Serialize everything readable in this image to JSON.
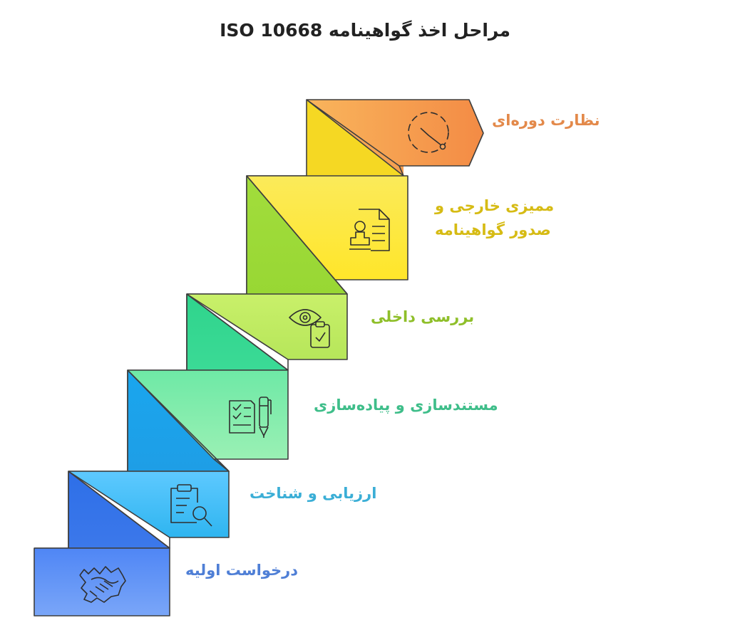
{
  "title": "مراحل اخذ گواهینامه ISO 10668",
  "steps": [
    {
      "lines": [
        "نظارت دوره‌ای"
      ],
      "icon": "clock-icon",
      "color": "#e3894a"
    },
    {
      "lines": [
        "ممیزی خارجی و",
        "صدور گواهینامه"
      ],
      "icon": "certificate-stamp-icon",
      "color": "#d6bb14"
    },
    {
      "lines": [
        "بررسی داخلی"
      ],
      "icon": "eye-clipboard-icon",
      "color": "#8fbf2a"
    },
    {
      "lines": [
        "مستندسازی و پیاده‌سازی"
      ],
      "icon": "checklist-pen-icon",
      "color": "#3fbe8a"
    },
    {
      "lines": [
        "ارزیابی و شناخت"
      ],
      "icon": "clipboard-search-icon",
      "color": "#3aaed6"
    },
    {
      "lines": [
        "درخواست اولیه"
      ],
      "icon": "handshake-icon",
      "color": "#4f7fd6"
    }
  ]
}
